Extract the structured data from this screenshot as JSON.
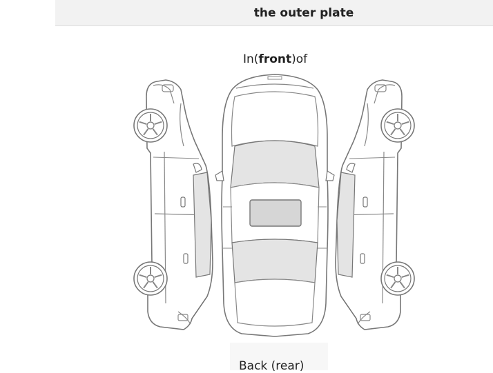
{
  "header": {
    "title": "the outer plate"
  },
  "diagram": {
    "front_prefix": "In(",
    "front_bold": "front",
    "front_suffix": ")of",
    "rear_label": "Back (rear)"
  },
  "colors": {
    "outline": "#777777",
    "glass": "#e4e4e4",
    "header_bg": "#f2f2f2"
  },
  "icons": [
    "car-top-view-icon",
    "car-left-side-icon",
    "car-right-side-icon",
    "wheel-icon"
  ]
}
